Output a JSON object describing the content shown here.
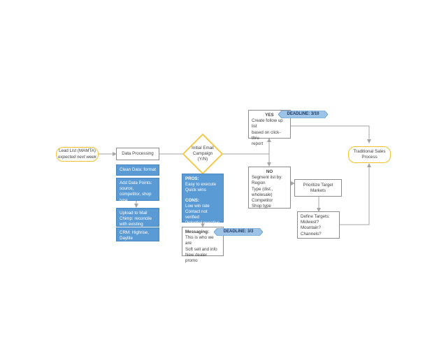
{
  "lead_list": {
    "line1": "Lead List (MAMTA)",
    "line2": "expected next week"
  },
  "data_processing": {
    "label": "Data Processing"
  },
  "processing_steps": [
    {
      "text": "Clean Data: format"
    },
    {
      "text": "Add Data Points: source, competitor, shop type"
    },
    {
      "text": "Upload to Mail Chimp: reconcile with existing"
    },
    {
      "text": "CRM: Highrise, Daylite"
    }
  ],
  "decision": {
    "line1": "Initial Email",
    "line2": "Campaign",
    "line3": "(Y/N)"
  },
  "pros_cons": {
    "pros_title": "PROS:",
    "pros": [
      "Easy to execute",
      "Quick wins"
    ],
    "cons_title": "CONS:",
    "cons": [
      "Low win rate",
      "Contact not verified",
      "Potential negative first impression"
    ]
  },
  "messaging": {
    "title": "Messaging:",
    "lines": [
      "This is who we are",
      "Soft sell and info",
      "New dealer promo"
    ]
  },
  "yes_box": {
    "title": "YES",
    "lines": [
      "Create follow up list",
      "based on click-thru",
      "report"
    ]
  },
  "no_box": {
    "title": "NO",
    "lines": [
      "Segment list by:",
      "Region",
      "Type (dist.,",
      "wholesale)",
      "Competitor",
      "Shop type"
    ]
  },
  "prioritize": {
    "line1": "Prioritize Target",
    "line2": "Markets"
  },
  "define_targets": {
    "lines": [
      "Define Targets:",
      "Midwest?",
      "Mountain?",
      "Channels?"
    ]
  },
  "traditional": {
    "line1": "Traditional Sales",
    "line2": "Process"
  },
  "deadline_yes": {
    "label": "DEADLINE: 3/10"
  },
  "deadline_msg": {
    "label": "DEADLINE: 3/3"
  },
  "colors": {
    "accent_blue": "#5b9bd5",
    "banner_blue": "#9dc3e6",
    "decision_yellow": "#f2c230",
    "line_gray": "#a6a6a6"
  }
}
